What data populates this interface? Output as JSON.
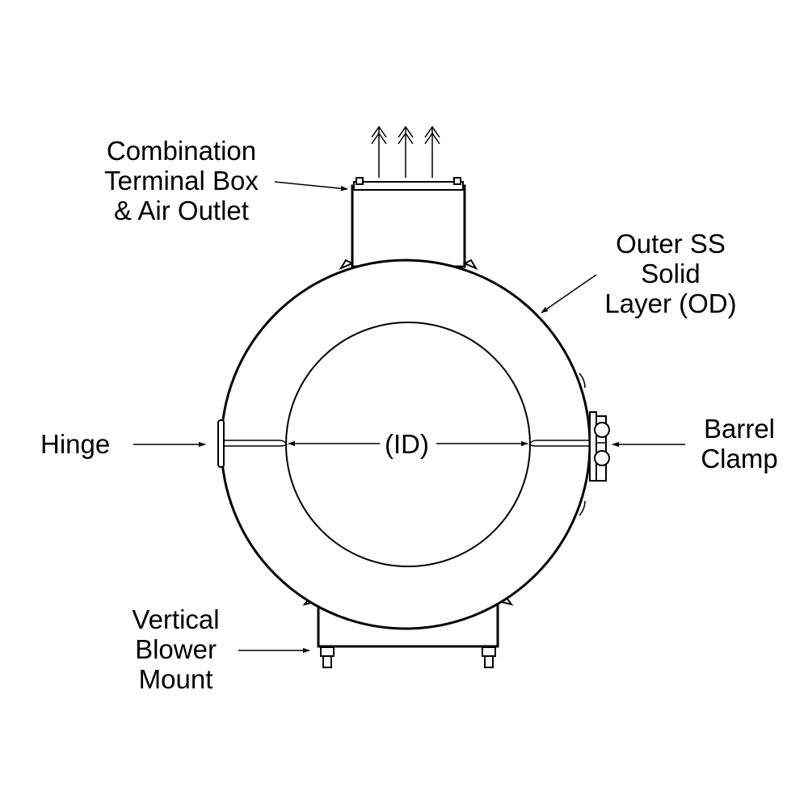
{
  "labels": {
    "terminal_box": [
      "Combination",
      "Terminal Box",
      "& Air Outlet"
    ],
    "outer_layer": [
      "Outer SS",
      "Solid",
      "Layer (OD)"
    ],
    "hinge": "Hinge",
    "inner_diameter": "(ID)",
    "barrel_clamp": [
      "Barrel",
      "Clamp"
    ],
    "blower_mount": [
      "Vertical",
      "Blower",
      "Mount"
    ]
  },
  "colors": {
    "line": "#000000",
    "background": "#ffffff"
  }
}
